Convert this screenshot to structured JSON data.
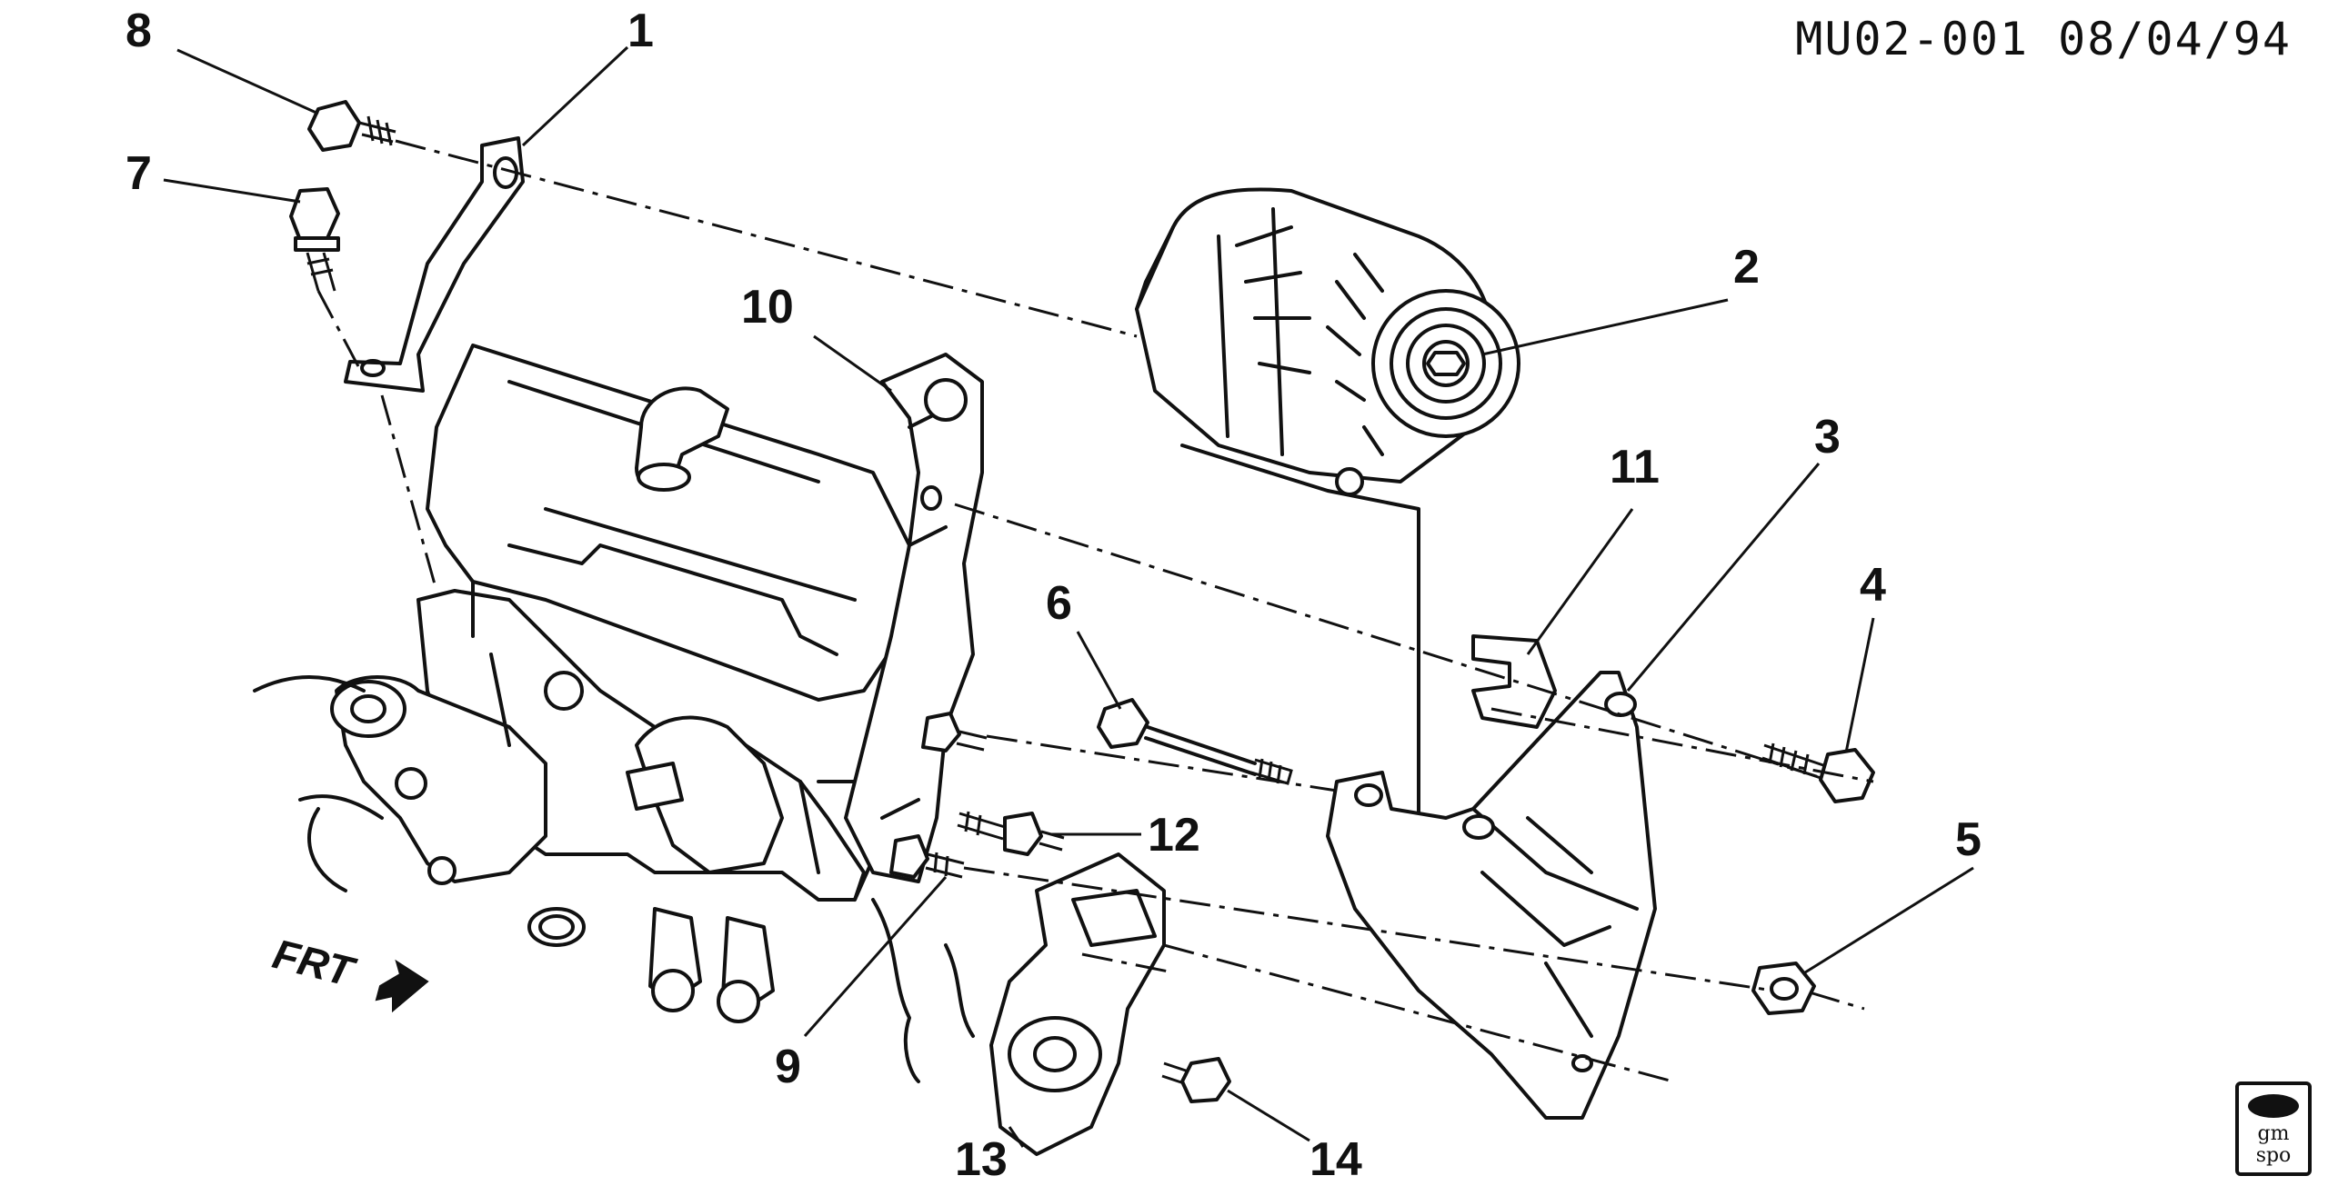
{
  "doc_code": "MU02-001 08/04/94",
  "front_label": "FRT",
  "logo": {
    "line1": "gm",
    "line2": "spo"
  },
  "callouts": [
    {
      "n": "1"
    },
    {
      "n": "2"
    },
    {
      "n": "3"
    },
    {
      "n": "4"
    },
    {
      "n": "5"
    },
    {
      "n": "6"
    },
    {
      "n": "7"
    },
    {
      "n": "8"
    },
    {
      "n": "9"
    },
    {
      "n": "10"
    },
    {
      "n": "11"
    },
    {
      "n": "12"
    },
    {
      "n": "13"
    },
    {
      "n": "14"
    }
  ]
}
